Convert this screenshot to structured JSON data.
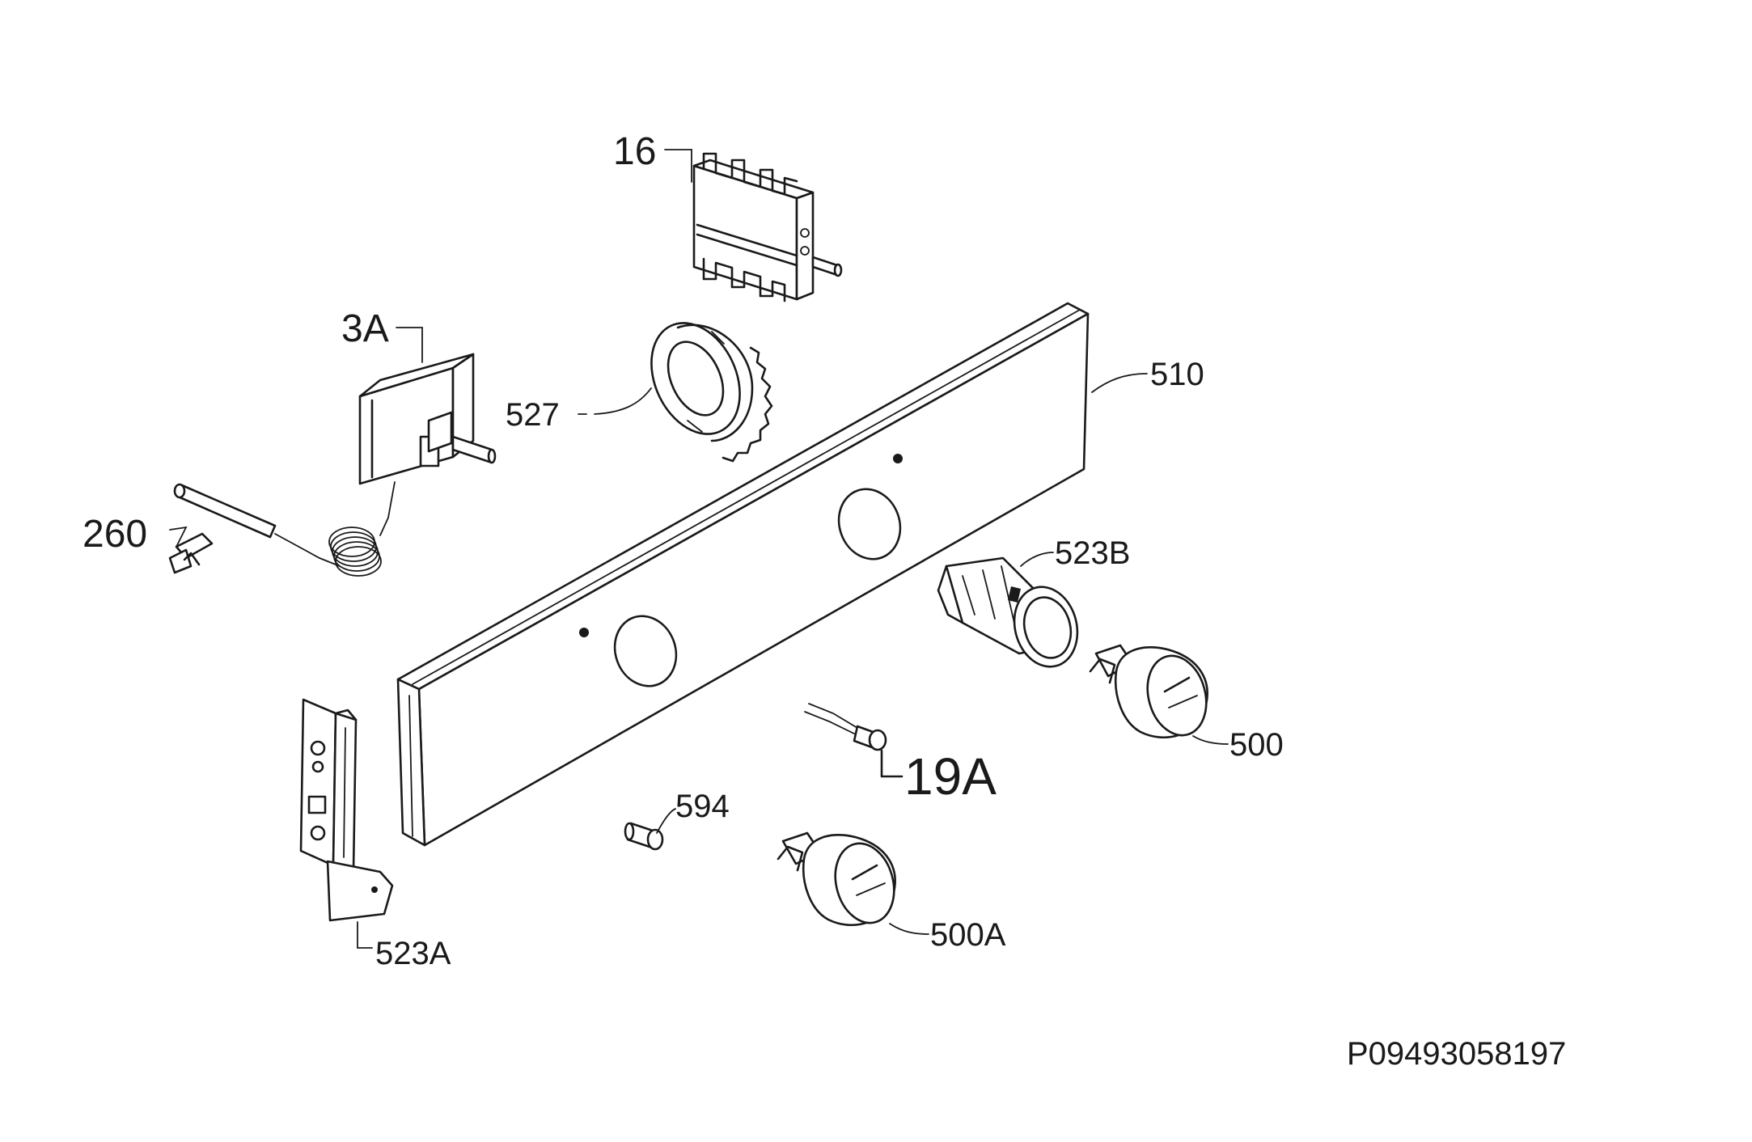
{
  "drawing_code": "P09493058197",
  "labels": {
    "p16": "16",
    "p3a": "3A",
    "p527": "527",
    "p510": "510",
    "p260": "260",
    "p523b": "523B",
    "p500": "500",
    "p19a": "19A",
    "p594": "594",
    "p500a": "500A",
    "p523a": "523A"
  }
}
